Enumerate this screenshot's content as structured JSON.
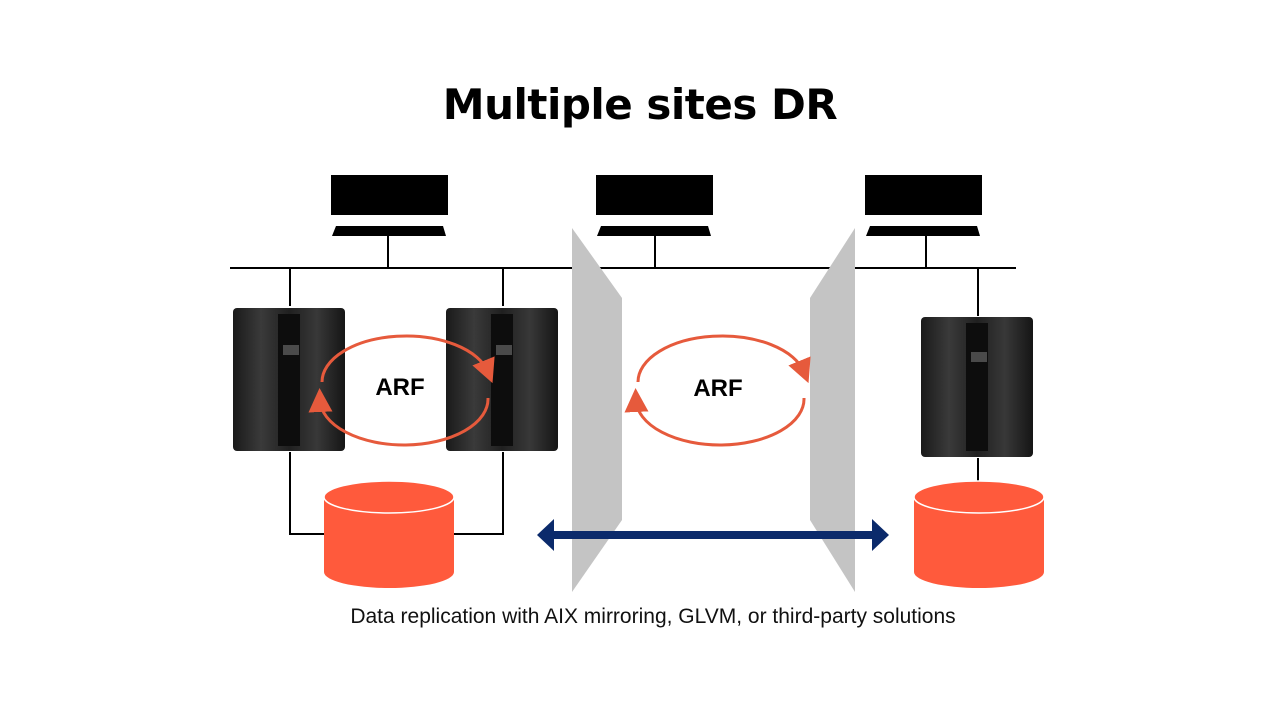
{
  "title": "Multiple sites DR",
  "arf_labels": [
    "ARF",
    "ARF"
  ],
  "caption": "Data replication with AIX mirroring, GLVM, or third-party solutions",
  "colors": {
    "storage": "#ff5a3c",
    "arrow": "#0b2a6b",
    "arf_arrow": "#e65a3c",
    "site_divider": "#c4c4c4",
    "server": "#262626"
  }
}
